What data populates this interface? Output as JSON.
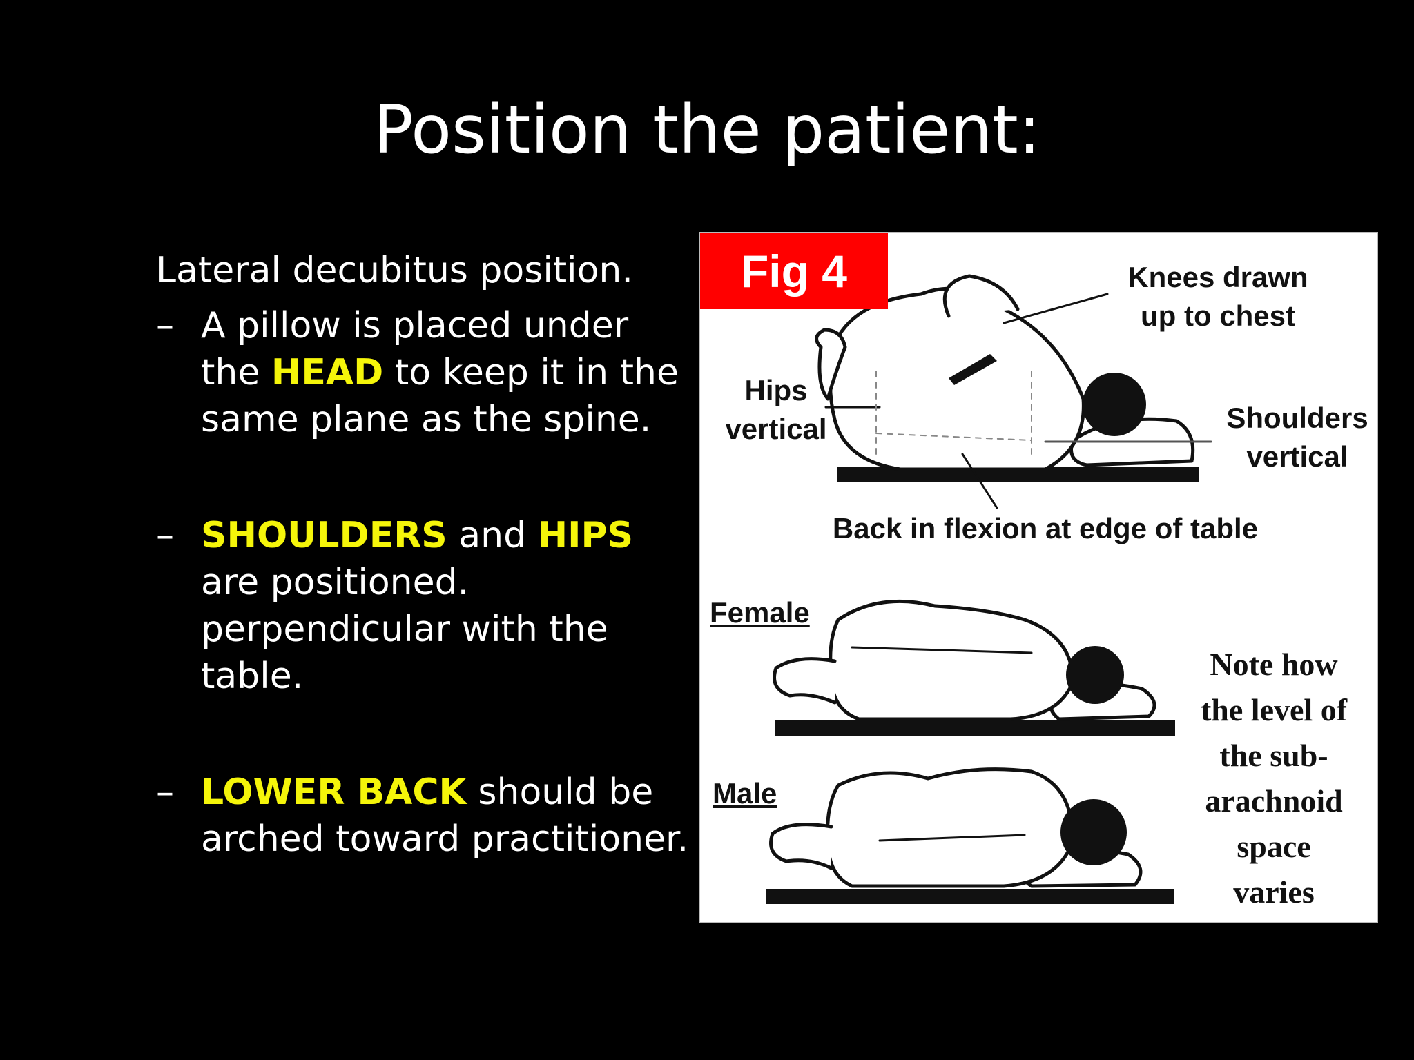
{
  "slide": {
    "title": "Position the patient:",
    "lead": "Lateral decubitus position.",
    "dash": "–",
    "bullet1": {
      "pre": "A pillow is placed under the ",
      "highlight": "HEAD",
      "post": " to keep it in the same plane as the spine."
    },
    "bullet2": {
      "highlight1": "SHOULDERS",
      "mid": " and ",
      "highlight2": "HIPS",
      "post": " are positioned. perpendicular with the table."
    },
    "bullet3": {
      "highlight": "LOWER BACK",
      "post": " should be arched toward practitioner."
    },
    "colors": {
      "background": "#000000",
      "text": "#ffffff",
      "highlight": "#f5f50a",
      "figure_tag": "#ff0000"
    }
  },
  "figure": {
    "tag": "Fig 4",
    "knees": "Knees drawn\nup to chest",
    "hips": "Hips\nvertical",
    "shoulders": "Shoulders\nvertical",
    "back": "Back in flexion at edge of table",
    "female": "Female",
    "male": "Male",
    "note": "Note how\nthe level of\nthe sub-\narachnoid\nspace\nvaries"
  }
}
